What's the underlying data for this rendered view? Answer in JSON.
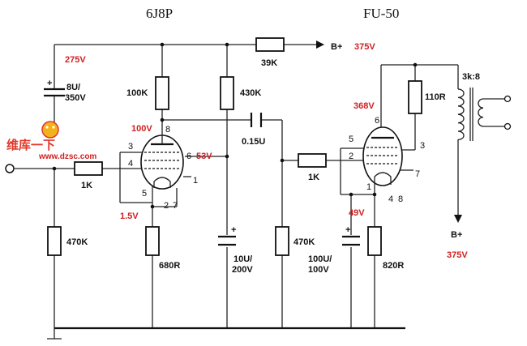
{
  "tubes": {
    "driver": "6J8P",
    "output": "FU-50"
  },
  "supply": {
    "bplus_label": "B+",
    "bplus_voltage": "375V",
    "node_voltage": "275V"
  },
  "components": {
    "r_feed": "39K",
    "c_filter": [
      "8U/",
      "350V"
    ],
    "r_plate": "100K",
    "r_screen": "430K",
    "c_couple": "0.15U",
    "r_input": "1K",
    "r_grid": "470K",
    "r_cathode": "680R",
    "c_bypass": [
      "10U/",
      "200V"
    ],
    "r_out_grid_stop": "1K",
    "r_out_grid": "470K",
    "c_out_bypass": [
      "100U/",
      "100V"
    ],
    "r_out_cathode": "820R",
    "r_screen_out": "110R",
    "transformer": "3k:8"
  },
  "voltages": {
    "driver_plate": "100V",
    "driver_screen": "53V",
    "driver_cathode": "1.5V",
    "out_screen": "368V",
    "out_cathode": "49V"
  },
  "pins": {
    "driver": [
      "8",
      "3",
      "4",
      "6",
      "5",
      "2",
      "7",
      "1"
    ],
    "output": [
      "6",
      "5",
      "2",
      "3",
      "1",
      "4",
      "8",
      "7"
    ]
  },
  "watermark": {
    "logo": "维库一下",
    "url": "www.dzsc.com"
  }
}
